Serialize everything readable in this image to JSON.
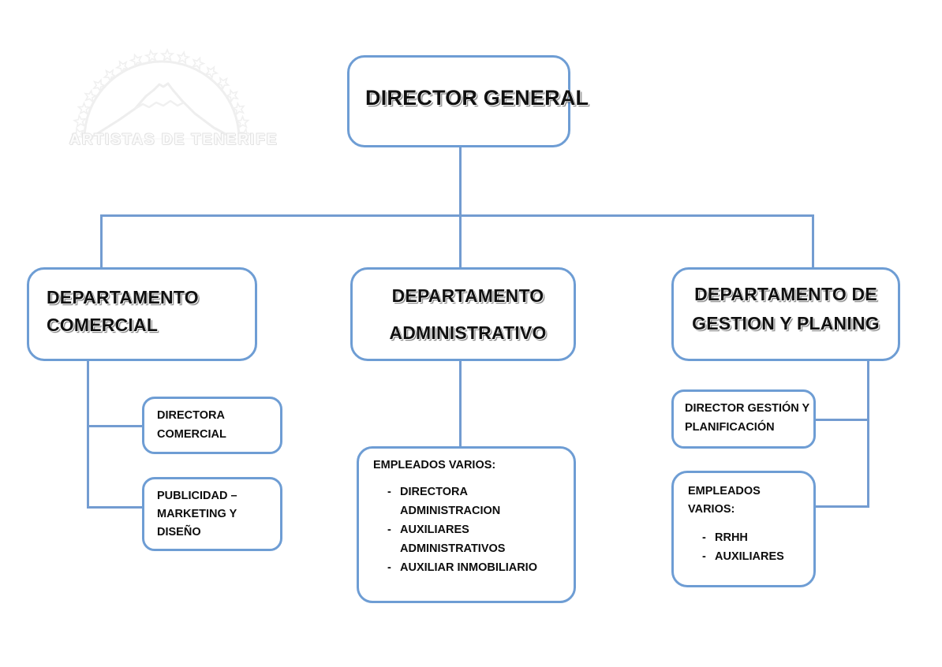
{
  "document": {
    "type": "organization-chart",
    "title": "Organigrama Artistas de Tenerife"
  },
  "watermark": {
    "name": "artistas-de-tenerife-logo",
    "text": "ARTISTAS DE TENERIFE",
    "color": "#f2f2f2"
  },
  "colors": {
    "box_border": "#6E9DD4",
    "connector": "#739CD1",
    "box_fill": "#FFFFFF",
    "text": "#111111",
    "watermark": "#F2F2F2"
  },
  "nodes": {
    "director_general": {
      "label": "DIRECTOR GENERAL",
      "level": 1
    },
    "dept_comercial": {
      "line1": "DEPARTAMENTO",
      "line2": "COMERCIAL",
      "level": 2
    },
    "dept_administrativo": {
      "line1": "DEPARTAMENTO",
      "line2": "ADMINISTRATIVO",
      "level": 2
    },
    "dept_gestion": {
      "line1": "DEPARTAMENTO DE",
      "line2": "GESTION Y PLANING",
      "level": 2
    },
    "directora_comercial": {
      "line1": "DIRECTORA",
      "line2": "COMERCIAL",
      "level": 3
    },
    "publicidad": {
      "line1": "PUBLICIDAD –",
      "line2": "MARKETING Y",
      "line3": "DISEÑO",
      "level": 3
    },
    "empleados_admin": {
      "header": "EMPLEADOS VARIOS:",
      "items": [
        {
          "dash": "-",
          "text_line1": "DIRECTORA",
          "text_line2": "ADMINISTRACION"
        },
        {
          "dash": "-",
          "text_line1": "AUXILIARES",
          "text_line2": "ADMINISTRATIVOS"
        },
        {
          "dash": "-",
          "text_line1": "AUXILIAR INMOBILIARIO",
          "text_line2": ""
        }
      ],
      "level": 3
    },
    "director_gestion": {
      "line1": "DIRECTOR GESTIÓN Y",
      "line2": "PLANIFICACIÓN",
      "level": 3
    },
    "empleados_gestion": {
      "header_line1": "EMPLEADOS",
      "header_line2": "VARIOS:",
      "items": [
        {
          "dash": "-",
          "text": "RRHH"
        },
        {
          "dash": "-",
          "text": "AUXILIARES"
        }
      ],
      "level": 3
    }
  }
}
